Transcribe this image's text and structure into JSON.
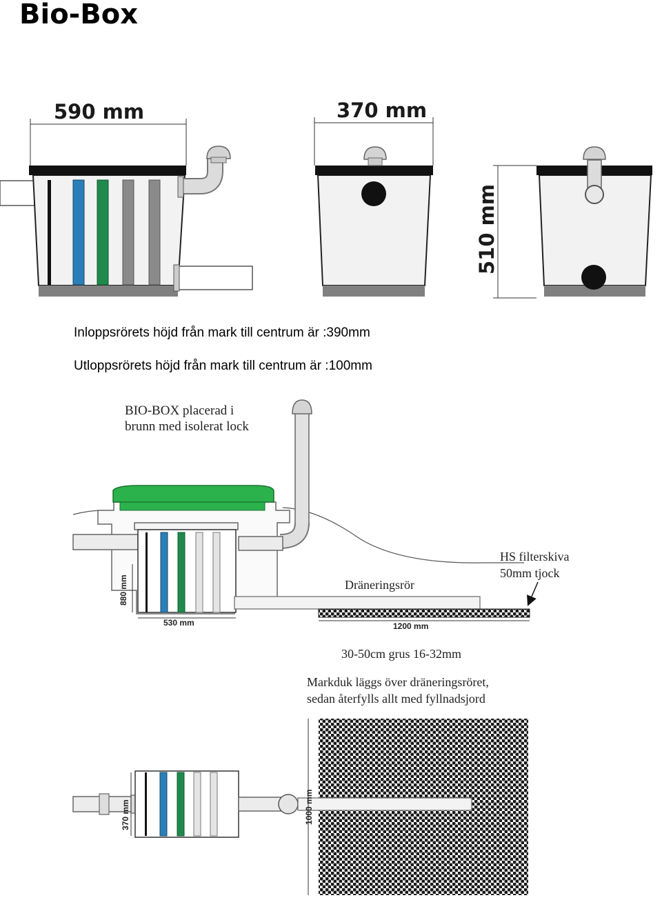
{
  "title": "Bio-Box",
  "notes": {
    "inlet": "Inloppsrörets höjd från mark till centrum är :390mm",
    "outlet": "Utloppsrörets höjd från mark till centrum är :100mm"
  },
  "top_diagram": {
    "width_front": "590 mm",
    "width_side": "370 mm",
    "height": "510 mm"
  },
  "install_diagram": {
    "label_placement_line1": "BIO-BOX placerad i",
    "label_placement_line2": "brunn med isolerat lock",
    "label_filter_line1": "HS filterskiva",
    "label_filter_line2": "50mm tjock",
    "label_drain": "Dräneringsrör",
    "dim_height": "880 mm",
    "dim_width": "530 mm",
    "dim_length": "1200 mm",
    "label_gravel": "30-50cm grus 16-32mm",
    "label_cloth_line1": "Markduk läggs över dräneringsröret,",
    "label_cloth_line2": "sedan återfylls allt med fyllnadsjord"
  },
  "plan_diagram": {
    "dim_box": "370 mm",
    "dim_field": "1000 mm"
  },
  "colors": {
    "blue_filter": "#2a7fb8",
    "green_filter": "#1f8a4c",
    "gray_filter": "#8a8a8a",
    "lid_green": "#2bb24c"
  }
}
